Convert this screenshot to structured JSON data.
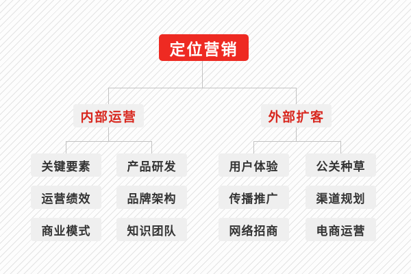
{
  "chart_data": {
    "type": "diagram",
    "title": "定位营销",
    "diagram_kind": "organization-tree",
    "levels": 3,
    "colors": {
      "root_bg": "#ee2a22",
      "root_text": "#ffffff",
      "branch_bg": "#f0f0f0",
      "branch_text": "#d8271e",
      "leaf_bg": "#efefef",
      "leaf_text": "#333333",
      "connector": "#c2c2c2",
      "background": "#fdfdfd"
    },
    "root": {
      "label": "定位营销"
    },
    "branches": [
      {
        "label": "内部运营",
        "columns": [
          {
            "items": [
              "关键要素",
              "运营绩效",
              "商业模式"
            ]
          },
          {
            "items": [
              "产品研发",
              "品牌架构",
              "知识团队"
            ]
          }
        ]
      },
      {
        "label": "外部扩客",
        "columns": [
          {
            "items": [
              "用户体验",
              "传播推广",
              "网络招商"
            ]
          },
          {
            "items": [
              "公关种草",
              "渠道规划",
              "电商运营"
            ]
          }
        ]
      }
    ]
  },
  "tree": {
    "root_label": "定位营销",
    "branch_left_label": "内部运营",
    "branch_right_label": "外部扩客",
    "col1": {
      "r1": "关键要素",
      "r2": "运营绩效",
      "r3": "商业模式"
    },
    "col2": {
      "r1": "产品研发",
      "r2": "品牌架构",
      "r3": "知识团队"
    },
    "col3": {
      "r1": "用户体验",
      "r2": "传播推广",
      "r3": "网络招商"
    },
    "col4": {
      "r1": "公关种草",
      "r2": "渠道规划",
      "r3": "电商运营"
    }
  }
}
